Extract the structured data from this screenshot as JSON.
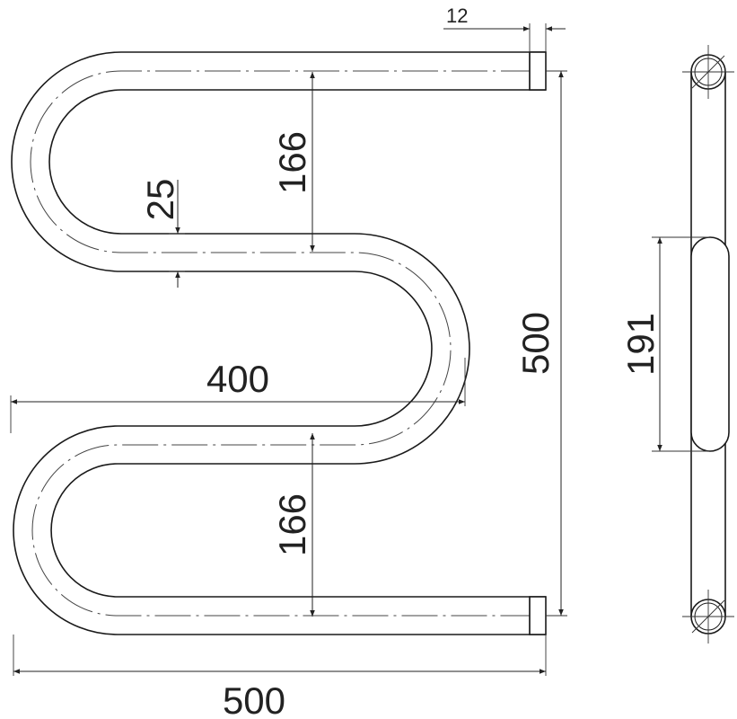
{
  "drawing": {
    "dimensions": {
      "pipe_diameter": "12",
      "pipe_gap": "25",
      "upper_bend_height": "166",
      "lower_bend_height": "166",
      "overall_height": "500",
      "inner_width": "400",
      "overall_width": "500",
      "bracket_height": "191"
    }
  }
}
